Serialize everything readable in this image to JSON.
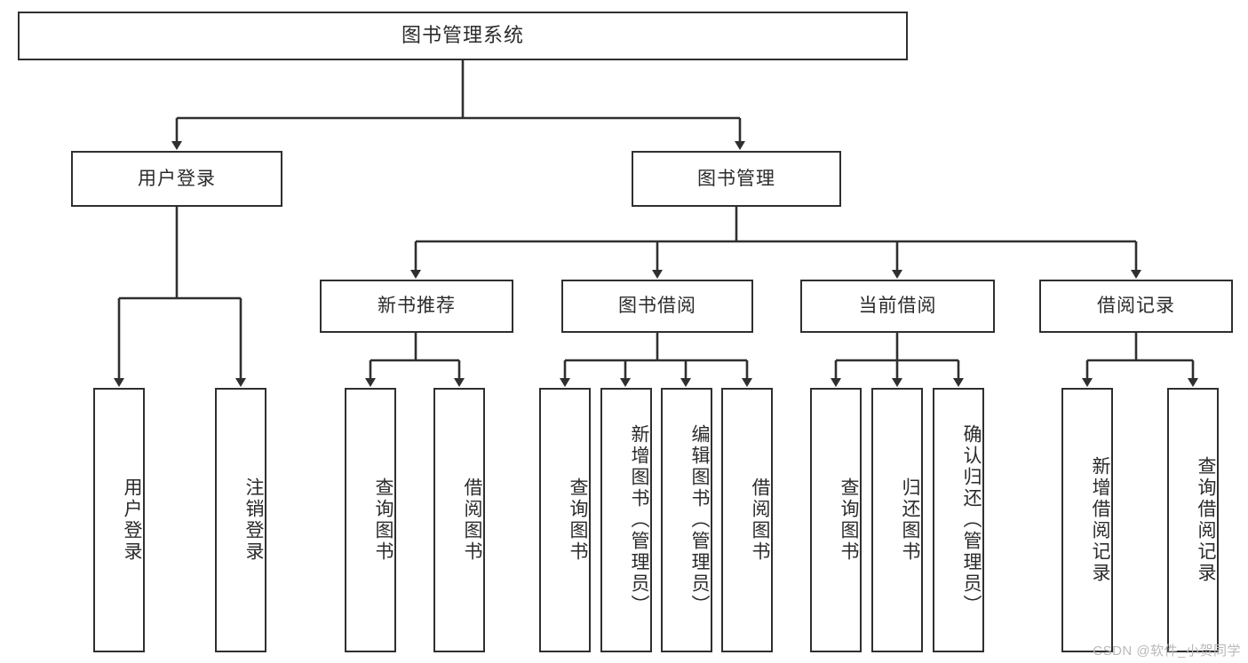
{
  "diagram": {
    "title": "图书管理系统",
    "type": "hierarchy-tree",
    "watermark": "CSDN @软件_小贺同学",
    "colors": {
      "box_border": "#2f2f2f",
      "box_fill": "#ffffff",
      "connector": "#2f2f2f",
      "text": "#2b2b2b",
      "watermark": "#b9b9b9",
      "background": "#ffffff"
    },
    "levels": {
      "root": {
        "label": "图书管理系统"
      },
      "level2": [
        {
          "id": "user-login",
          "label": "用户登录"
        },
        {
          "id": "book-management",
          "label": "图书管理"
        }
      ],
      "level3": [
        {
          "id": "new-book-recommend",
          "label": "新书推荐",
          "parent": "book-management"
        },
        {
          "id": "book-borrow",
          "label": "图书借阅",
          "parent": "book-management"
        },
        {
          "id": "current-borrow",
          "label": "当前借阅",
          "parent": "book-management"
        },
        {
          "id": "borrow-record",
          "label": "借阅记录",
          "parent": "book-management"
        }
      ],
      "level4": [
        {
          "id": "leaf-1",
          "label": "用户登录",
          "parent": "user-login"
        },
        {
          "id": "leaf-2",
          "label": "注销登录",
          "parent": "user-login"
        },
        {
          "id": "leaf-3",
          "label": "查询图书",
          "parent": "new-book-recommend"
        },
        {
          "id": "leaf-4",
          "label": "借阅图书",
          "parent": "new-book-recommend"
        },
        {
          "id": "leaf-5",
          "label": "查询图书",
          "parent": "book-borrow"
        },
        {
          "id": "leaf-6",
          "label": "新增图书（管理员）",
          "parent": "book-borrow"
        },
        {
          "id": "leaf-7",
          "label": "编辑图书（管理员）",
          "parent": "book-borrow"
        },
        {
          "id": "leaf-8",
          "label": "借阅图书",
          "parent": "book-borrow"
        },
        {
          "id": "leaf-9",
          "label": "查询图书",
          "parent": "current-borrow"
        },
        {
          "id": "leaf-10",
          "label": "归还图书",
          "parent": "current-borrow"
        },
        {
          "id": "leaf-11",
          "label": "确认归还（管理员）",
          "parent": "current-borrow"
        },
        {
          "id": "leaf-12",
          "label": "新增借阅记录",
          "parent": "borrow-record"
        },
        {
          "id": "leaf-13",
          "label": "查询借阅记录",
          "parent": "borrow-record"
        }
      ]
    }
  }
}
